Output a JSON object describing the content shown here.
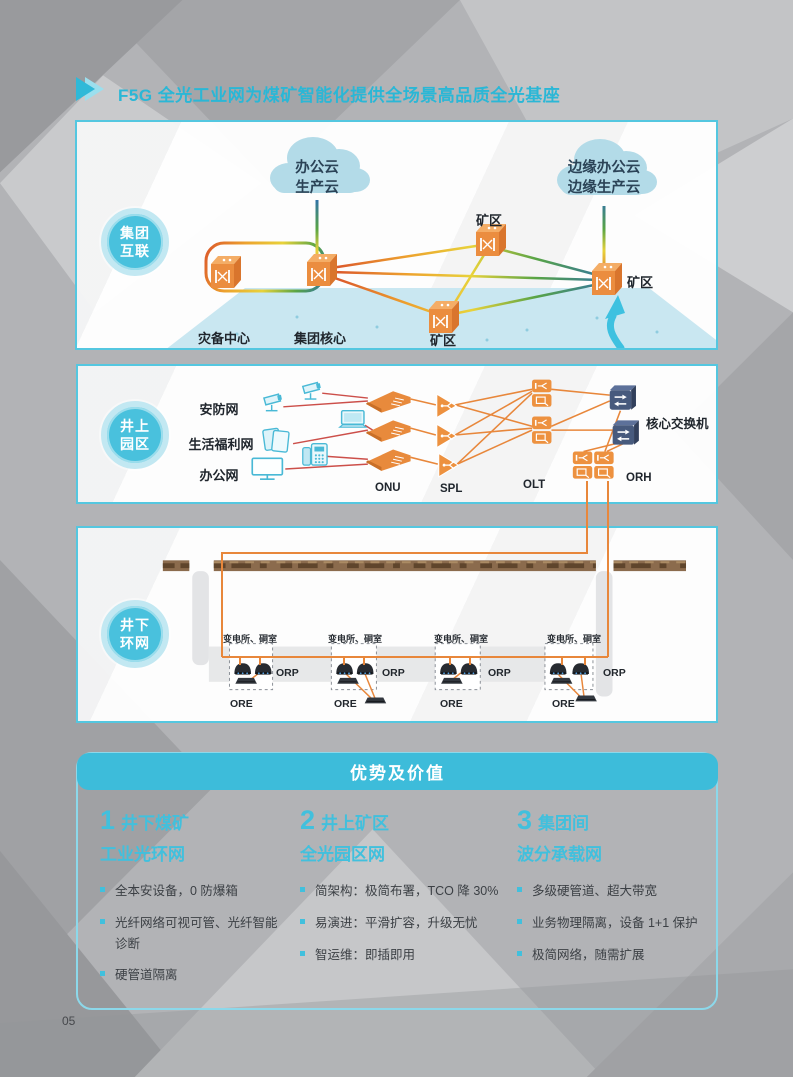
{
  "title": {
    "text": "F5G 全光工业网为煤矿智能化提供全场景高品质全光基座"
  },
  "page_number": "05",
  "badges": {
    "group": "集团\n互联",
    "surface": "井上\n园区",
    "underground": "井下\n环网"
  },
  "group_panel": {
    "cloud_left": "办公云\n生产云",
    "cloud_right": "边缘办公云\n边缘生产云",
    "node_dr": "灾备中心",
    "node_core": "集团核心",
    "node_mine": "矿区"
  },
  "surface_panel": {
    "net_security": "安防网",
    "net_welfare": "生活福利网",
    "net_office": "办公网",
    "onu": "ONU",
    "spl": "SPL",
    "olt": "OLT",
    "core_switch": "核心交换机",
    "orh": "ORH"
  },
  "underground_panel": {
    "station": "变电所、硐室",
    "orp": "ORP",
    "ore": "ORE"
  },
  "advantages": {
    "header": "优势及价值",
    "columns": [
      {
        "number": "1",
        "title_line1": "井下煤矿",
        "title_line2": "工业光环网",
        "bullets": [
          "全本安设备，0 防爆箱",
          "光纤网络可视可管、光纤智能诊断",
          "硬管道隔离"
        ]
      },
      {
        "number": "2",
        "title_line1": "井上矿区",
        "title_line2": "全光园区网",
        "bullets": [
          "简架构：极简布署，TCO 降 30%",
          "易演进：平滑扩容，升级无忧",
          "智运维：即插即用"
        ]
      },
      {
        "number": "3",
        "title_line1": "集团间",
        "title_line2": "波分承载网",
        "bullets": [
          "多级硬管道、超大带宽",
          "业务物理隔离，设备 1+1 保护",
          "极简网络，随需扩展"
        ]
      }
    ]
  },
  "colors": {
    "accent_cyan": "#2ab7d6",
    "device_orange": "#e8873b",
    "link_red": "#cc4f4a",
    "switch_navy": "#475a7d"
  }
}
